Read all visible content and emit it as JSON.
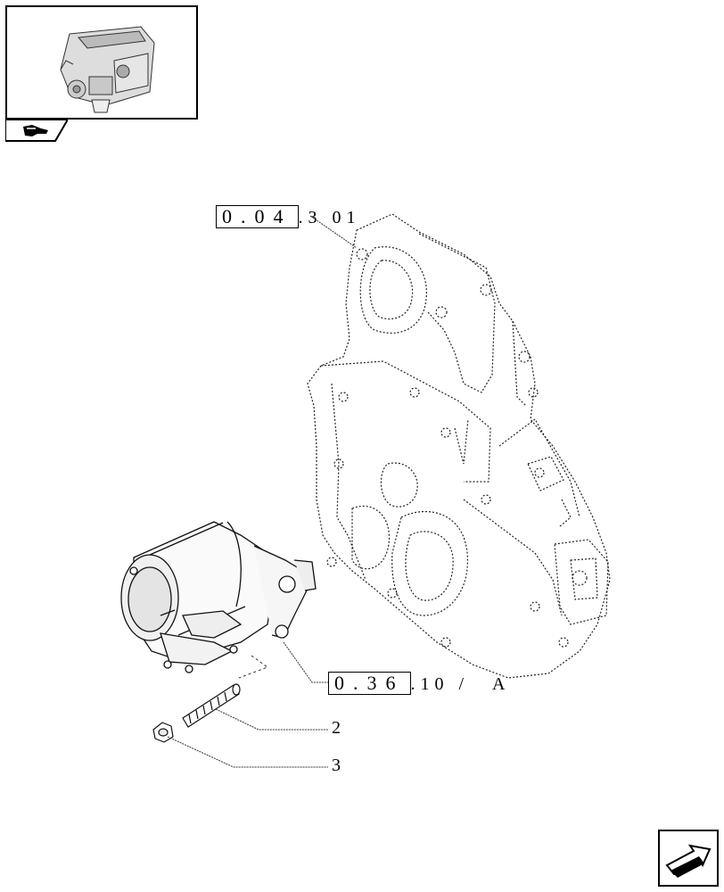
{
  "thumbnail": {
    "icon": "engine-thumbnail-icon",
    "tab_icon": "hand-pointer-icon"
  },
  "references": {
    "ref1": {
      "box": "0.04",
      "suffix": ".3 01"
    },
    "ref2": {
      "box": "0.36",
      "suffix": ".10 /",
      "letter": "A"
    }
  },
  "callouts": {
    "c2": "2",
    "c3": "3"
  },
  "navigation": {
    "next_icon": "next-page-arrow-icon"
  }
}
